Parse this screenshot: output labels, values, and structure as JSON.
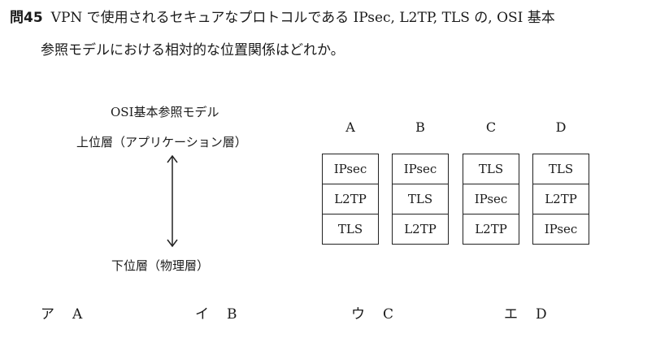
{
  "question": {
    "number": "問45",
    "line1": "VPN で使用されるセキュアなプロトコルである IPsec, L2TP, TLS の, OSI 基本",
    "line2": "参照モデルにおける相対的な位置関係はどれか。"
  },
  "osi": {
    "title": "OSI基本参照モデル",
    "upper": "上位層（アプリケーション層）",
    "lower": "下位層（物理層）"
  },
  "columns": [
    {
      "label": "A",
      "layers": [
        "IPsec",
        "L2TP",
        "TLS"
      ]
    },
    {
      "label": "B",
      "layers": [
        "IPsec",
        "TLS",
        "L2TP"
      ]
    },
    {
      "label": "C",
      "layers": [
        "TLS",
        "IPsec",
        "L2TP"
      ]
    },
    {
      "label": "D",
      "layers": [
        "TLS",
        "L2TP",
        "IPsec"
      ]
    }
  ],
  "answers": [
    {
      "kana": "ア",
      "letter": "A"
    },
    {
      "kana": "イ",
      "letter": "B"
    },
    {
      "kana": "ウ",
      "letter": "C"
    },
    {
      "kana": "エ",
      "letter": "D"
    }
  ]
}
